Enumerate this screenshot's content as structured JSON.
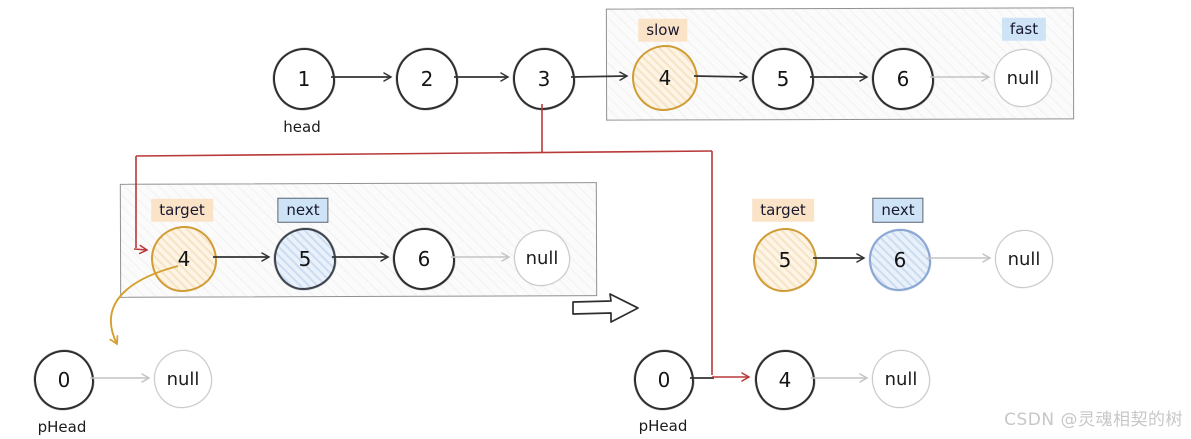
{
  "watermark": "CSDN @灵魂相契的树",
  "top_list": {
    "head_label": "head",
    "nodes": [
      "1",
      "2",
      "3"
    ]
  },
  "fast_slow_box": {
    "slow_label": "slow",
    "fast_label": "fast",
    "nodes": [
      "4",
      "5",
      "6",
      "null"
    ]
  },
  "target_box": {
    "target_label": "target",
    "next_label": "next",
    "nodes": [
      "4",
      "5",
      "6",
      "null"
    ]
  },
  "result_group": {
    "target_label": "target",
    "next_label": "next",
    "nodes": [
      "5",
      "6",
      "null"
    ]
  },
  "phead_left": {
    "label": "pHead",
    "nodes": [
      "0",
      "null"
    ]
  },
  "phead_right": {
    "label": "pHead",
    "nodes": [
      "0",
      "4",
      "null"
    ]
  },
  "colors": {
    "pointer_red": "#b93838",
    "accent_orange": "#d19c35",
    "accent_blue": "#8aa6d3",
    "tag_orange_bg": "#fbe3c7",
    "tag_blue_bg": "#cfe3f6",
    "null_gray": "#c9c9c9",
    "node_stroke": "#2e2e2e"
  }
}
